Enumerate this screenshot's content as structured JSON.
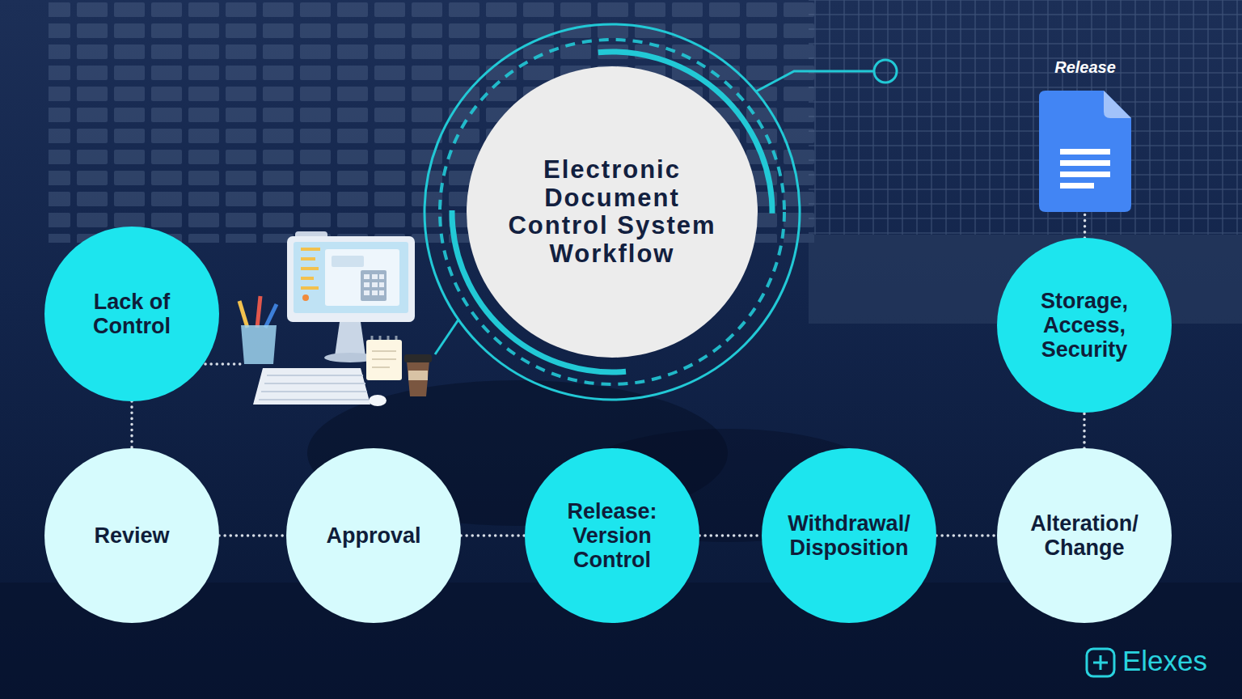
{
  "diagram": {
    "nodes": [
      {
        "text": [
          "Electronic Document Control System Workflow"
        ]
      },
      {
        "text": [
          "Lack of Control"
        ]
      },
      {
        "text": [
          "Review"
        ]
      },
      {
        "text": [
          "Approval"
        ]
      },
      {
        "text": [
          "Release: Version Control"
        ]
      },
      {
        "text": [
          "Withdrawal/ Disposition"
        ]
      },
      {
        "text": [
          "Alteration/ Change"
        ]
      },
      {
        "text": [
          "Storage, Access, Security"
        ]
      },
      {
        "text": [
          "Release"
        ]
      }
    ],
    "edges": [
      {
        "from": 1,
        "to": 2,
        "arrow": "none"
      },
      {
        "from": 2,
        "to": 3,
        "arrow": "none"
      },
      {
        "from": 3,
        "to": 4,
        "arrow": "none"
      },
      {
        "from": 4,
        "to": 5,
        "arrow": "none"
      },
      {
        "from": 5,
        "to": 6,
        "arrow": "none"
      },
      {
        "from": 6,
        "to": 7,
        "arrow": "none"
      },
      {
        "from": 7,
        "to": 8,
        "arrow": "none"
      }
    ],
    "labels": [
      "Elexes"
    ]
  }
}
